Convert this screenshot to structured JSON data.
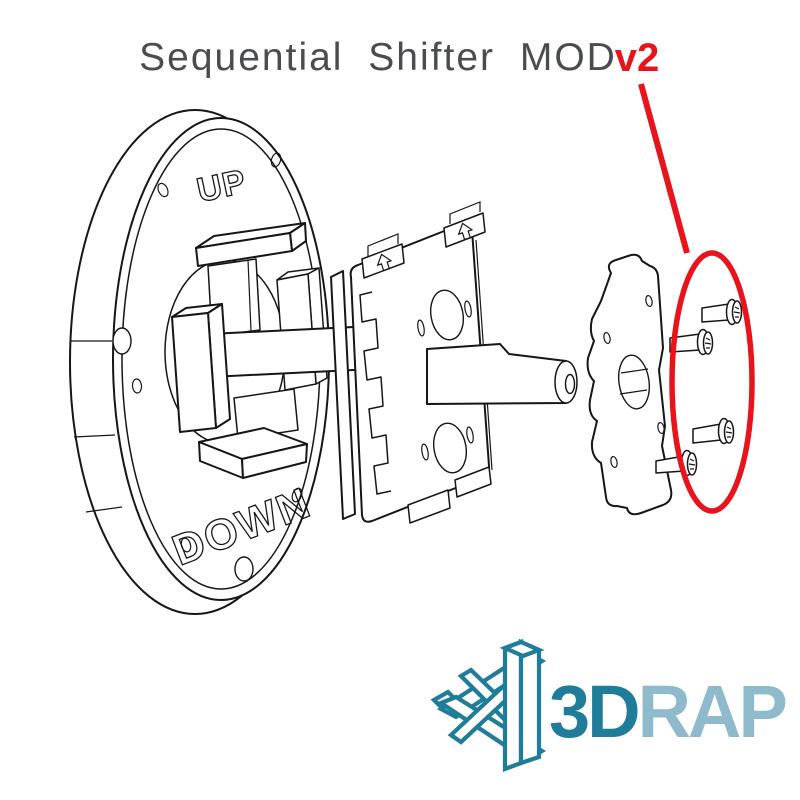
{
  "title": {
    "text": "Sequential Shifter MOD",
    "version": "v2"
  },
  "diagram": {
    "disc_label_up": "UP",
    "disc_label_down": "DOWN"
  },
  "annotation": {
    "highlight_color": "#e8131b"
  },
  "logo": {
    "text_3d": "3D",
    "text_rap": "RAP",
    "color_3d": "#1f7d9a",
    "color_rap": "#8fbacc"
  },
  "colors": {
    "title": "#4b4c4e",
    "line_art": "#161616",
    "background": "#ffffff"
  }
}
